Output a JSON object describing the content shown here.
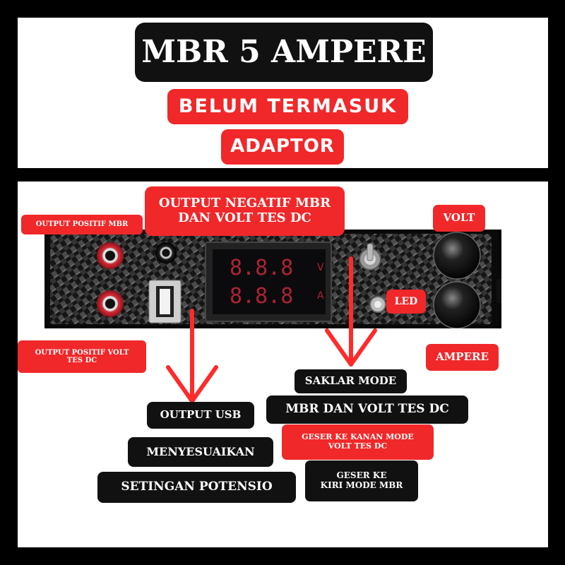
{
  "header": {
    "title": "MBR 5 AMPERE",
    "note_line1": "BELUM TERMASUK",
    "note_line2": "ADAPTOR"
  },
  "labels": {
    "output_negatif_line1": "OUTPUT NEGATIF MBR",
    "output_negatif_line2": "DAN VOLT TES DC",
    "output_positif_mbr": "OUTPUT POSITIF MBR",
    "output_positif_volt_line1": "OUTPUT POSITIF VOLT",
    "output_positif_volt_line2": "TES DC",
    "volt": "VOLT",
    "led": "LED",
    "ampere": "AMPERE",
    "saklar_mode": "SAKLAR MODE",
    "mbr_dan_volt_tes_dc": "MBR DAN VOLT TES DC",
    "geser_kanan_line1": "GESER KE KANAN MODE",
    "geser_kanan_line2": "VOLT TES DC",
    "geser_kiri_line1": "GESER KE",
    "geser_kiri_line2": "KIRI MODE MBR",
    "output_usb": "OUTPUT USB",
    "menyesuaikan": "MENYESUAIKAN",
    "setingan_potensio": "SETINGAN POTENSIO"
  },
  "display": {
    "top_digits": "8.8.8",
    "bottom_digits": "8.8.8",
    "top_unit": "V",
    "bottom_unit": "A"
  },
  "colors": {
    "label_red": "#f0282a",
    "label_black": "#111111",
    "arrow_red": "#ff2a2a",
    "display_red": "#c8283a"
  }
}
